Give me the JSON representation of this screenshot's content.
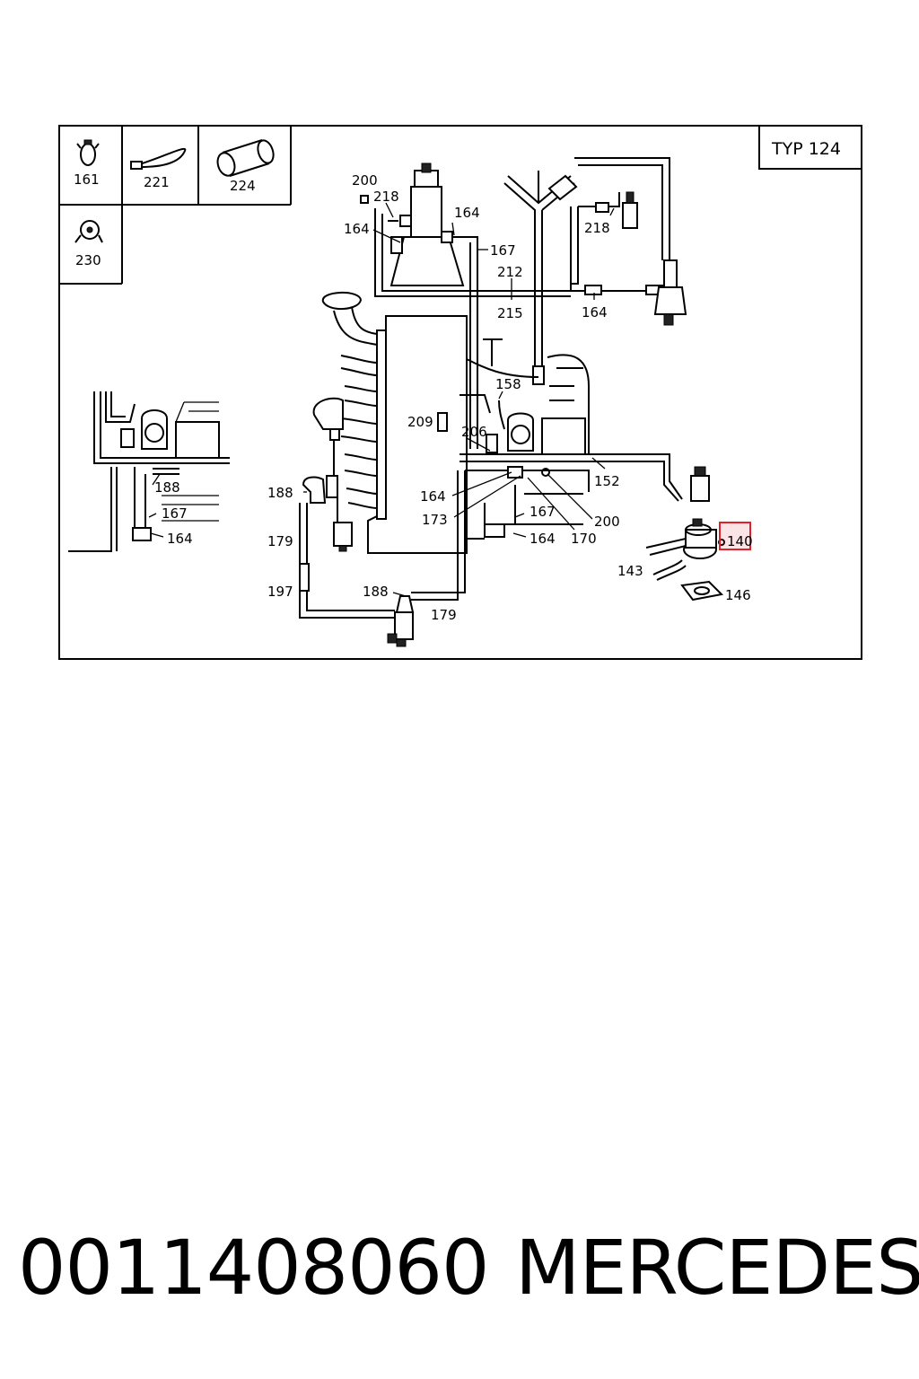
{
  "diagram": {
    "type_box": "TYP 124",
    "legend": [
      {
        "id": "161",
        "icon": "hose-clamp-icon"
      },
      {
        "id": "221",
        "icon": "cable-tie-icon"
      },
      {
        "id": "224",
        "icon": "sleeve-icon"
      },
      {
        "id": "230",
        "icon": "hose-clip-icon"
      }
    ],
    "callouts": [
      "200",
      "218",
      "164",
      "164",
      "167",
      "212",
      "215",
      "218",
      "164",
      "158",
      "209",
      "206",
      "152",
      "188",
      "164",
      "173",
      "167",
      "200",
      "170",
      "140",
      "143",
      "146",
      "179",
      "197",
      "188",
      "179",
      "188",
      "167",
      "164",
      "164"
    ],
    "highlighted_part": "140",
    "highlight_color": "#e0202a"
  },
  "footer": {
    "part_number": "0011408060",
    "brand": "MERCEDES"
  }
}
